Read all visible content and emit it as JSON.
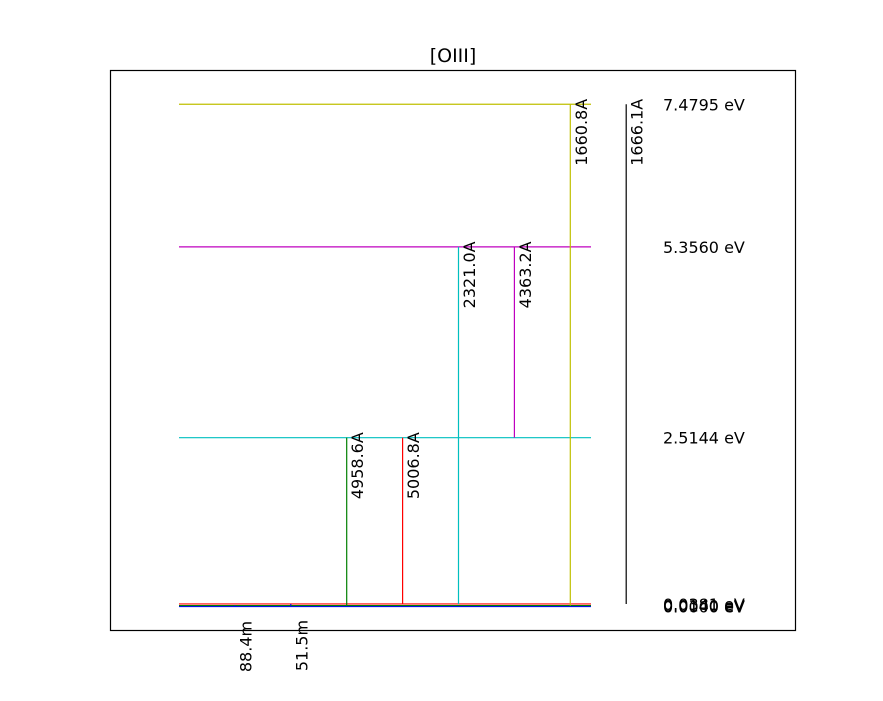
{
  "chart_data": {
    "type": "energy-level-diagram",
    "title": "[OIII]",
    "ylim": [
      -0.35,
      7.99
    ],
    "levels": [
      {
        "energy": 0.0,
        "label": "0.0000 eV",
        "color": "#0000ff"
      },
      {
        "energy": 0.014,
        "label": "0.0140 eV",
        "color": "#008000"
      },
      {
        "energy": 0.0381,
        "label": "0.0381 eV",
        "color": "#ff0000"
      },
      {
        "energy": 2.5144,
        "label": "2.5144 eV",
        "color": "#00bfbf"
      },
      {
        "energy": 5.356,
        "label": "5.3560 eV",
        "color": "#bf00bf"
      },
      {
        "energy": 7.4795,
        "label": "7.4795 eV",
        "color": "#bfbf00"
      }
    ],
    "transitions": [
      {
        "label": "88.4m",
        "upper": 0.014,
        "lower": 0.0,
        "color": "#0000ff",
        "slot": 1
      },
      {
        "label": "51.5m",
        "upper": 0.0381,
        "lower": 0.014,
        "color": "#0000ff",
        "slot": 2
      },
      {
        "label": "4958.6A",
        "upper": 2.5144,
        "lower": 0.014,
        "color": "#008000",
        "slot": 3
      },
      {
        "label": "5006.8A",
        "upper": 2.5144,
        "lower": 0.0381,
        "color": "#ff0000",
        "slot": 4
      },
      {
        "label": "2321.0A",
        "upper": 5.356,
        "lower": 0.0381,
        "color": "#00bfbf",
        "slot": 5
      },
      {
        "label": "4363.2A",
        "upper": 5.356,
        "lower": 2.5144,
        "color": "#bf00bf",
        "slot": 6
      },
      {
        "label": "1660.8A",
        "upper": 7.4795,
        "lower": 0.014,
        "color": "#bfbf00",
        "slot": 7
      },
      {
        "label": "1666.1A",
        "upper": 7.4795,
        "lower": 0.0381,
        "color": "#000000",
        "slot": 8
      }
    ]
  }
}
